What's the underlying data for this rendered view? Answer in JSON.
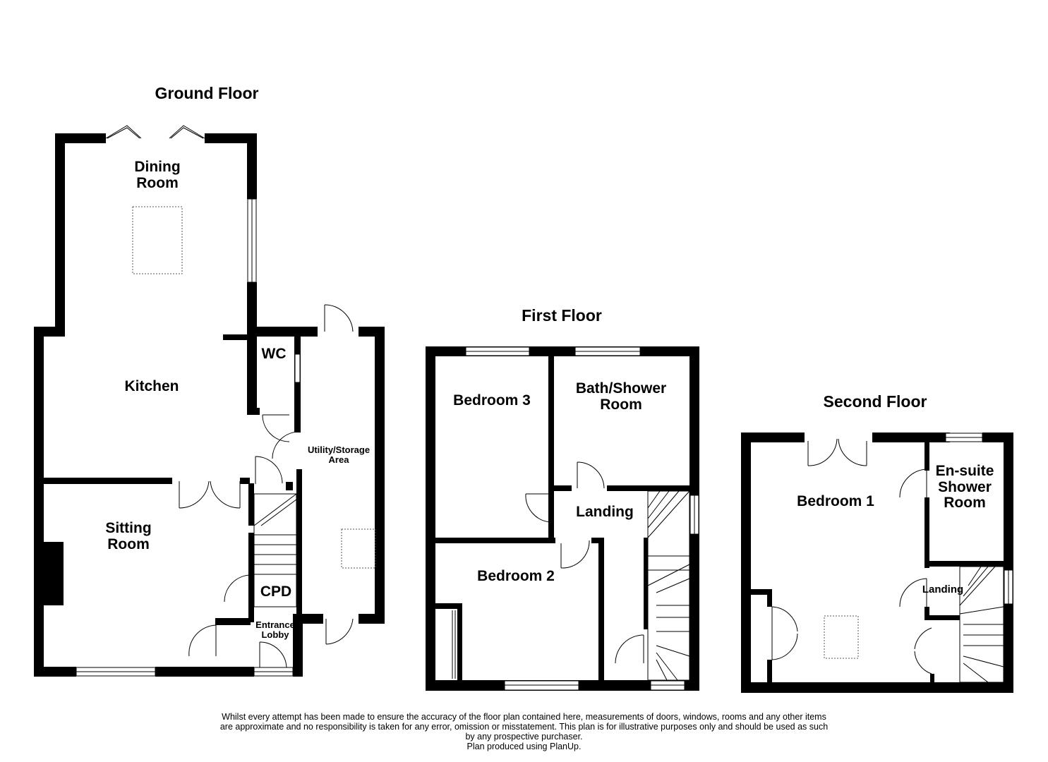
{
  "floors": {
    "ground": {
      "title": "Ground Floor",
      "rooms": {
        "dining_1": "Dining",
        "dining_2": "Room",
        "kitchen": "Kitchen",
        "wc": "WC",
        "utility_1": "Utility/Storage",
        "utility_2": "Area",
        "sitting_1": "Sitting",
        "sitting_2": "Room",
        "cpd": "CPD",
        "entrance_1": "Entrance",
        "entrance_2": "Lobby"
      }
    },
    "first": {
      "title": "First Floor",
      "rooms": {
        "bedroom3": "Bedroom 3",
        "bath_1": "Bath/Shower",
        "bath_2": "Room",
        "landing": "Landing",
        "bedroom2": "Bedroom 2"
      }
    },
    "second": {
      "title": "Second Floor",
      "rooms": {
        "bedroom1": "Bedroom 1",
        "ensuite_1": "En-suite",
        "ensuite_2": "Shower",
        "ensuite_3": "Room",
        "landing": "Landing"
      }
    }
  },
  "disclaimer": {
    "line1": "Whilst every attempt has been made to ensure the accuracy of the floor plan contained here, measurements of doors, windows, rooms and any other items",
    "line2": "are approximate and no responsibility is taken for any error, omission or misstatement. This plan is for illustrative purposes only and should be used as such",
    "line3": "by any prospective purchaser.",
    "line4": "Plan produced using PlanUp."
  },
  "colors": {
    "wall": "#000000",
    "background": "#ffffff",
    "fixture": "#555555"
  }
}
